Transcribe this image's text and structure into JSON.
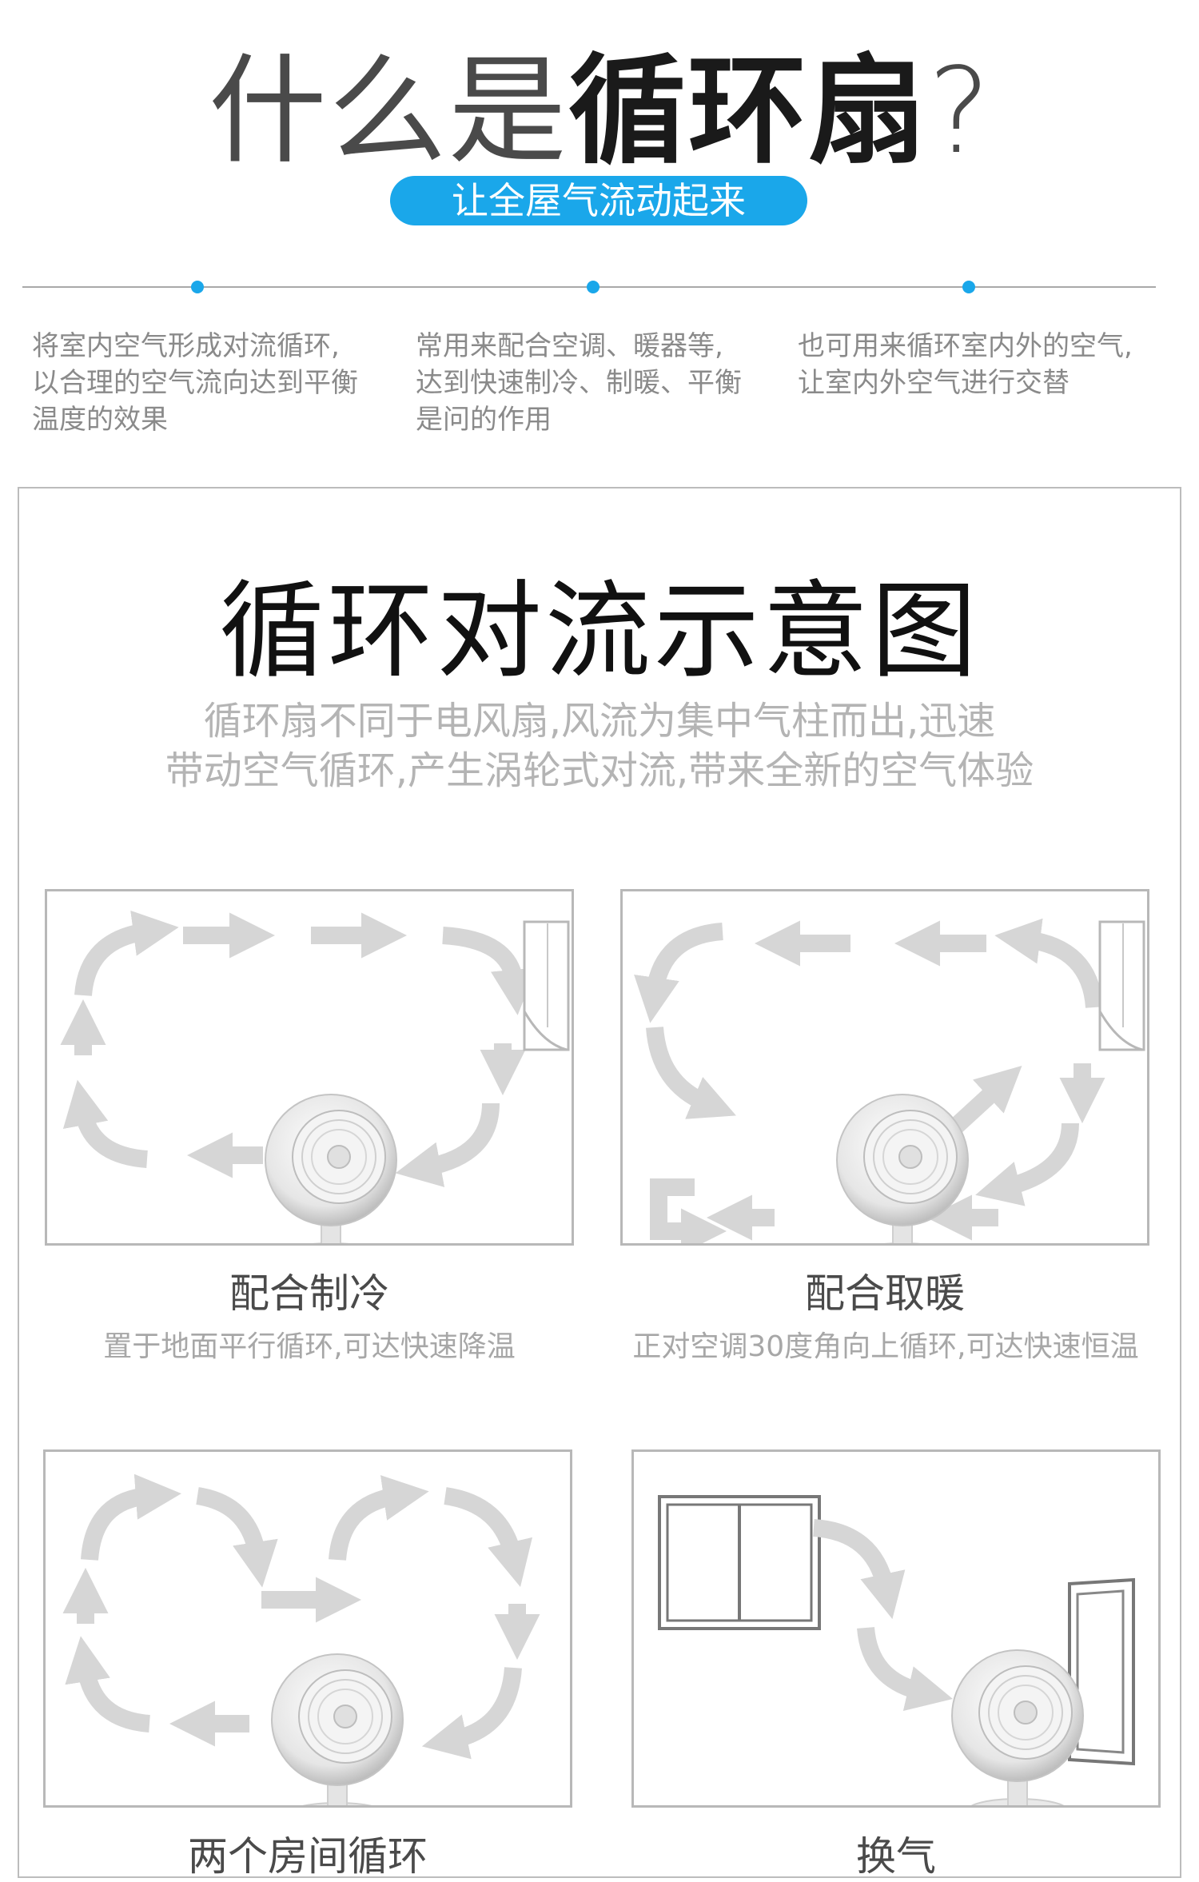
{
  "header": {
    "title_prefix": "什么是",
    "title_bold": "循环扇",
    "title_suffix": "?",
    "badge": "让全屋气流动起来"
  },
  "features": [
    {
      "text_line1": "将室内空气形成对流循环,",
      "text_line2": "以合理的空气流向达到平衡",
      "text_line3": "温度的效果"
    },
    {
      "text_line1": "常用来配合空调、暖器等,",
      "text_line2": "达到快速制冷、制暖、平衡",
      "text_line3": "是问的作用"
    },
    {
      "text_line1": "也可用来循环室内外的空气,",
      "text_line2": "让室内外空气进行交替",
      "text_line3": ""
    }
  ],
  "diagram": {
    "title": "循环对流示意图",
    "subtitle_line1": "循环扇不同于电风扇,风流为集中气柱而出,迅速",
    "subtitle_line2": "带动空气循环,产生涡轮式对流,带来全新的空气体验"
  },
  "panels": [
    {
      "caption": "配合制冷",
      "subcaption": "置于地面平行循环,可达快速降温"
    },
    {
      "caption": "配合取暖",
      "subcaption": "正对空调30度角向上循环,可达快速恒温"
    },
    {
      "caption": "两个房间循环",
      "subcaption": ""
    },
    {
      "caption": "换气",
      "subcaption": ""
    }
  ],
  "colors": {
    "accent": "#1aa7ea",
    "arrow_fill": "#d9d9d9",
    "frame": "#bcbcbc"
  }
}
